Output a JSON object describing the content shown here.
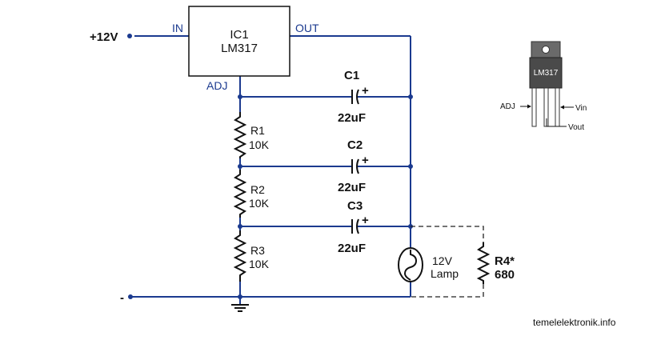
{
  "supply": {
    "label": "+12V",
    "ground_label": "-"
  },
  "ic": {
    "ref": "IC1",
    "part": "LM317",
    "pin_in": "IN",
    "pin_out": "OUT",
    "pin_adj": "ADJ"
  },
  "capacitors": [
    {
      "ref": "C1",
      "value": "22uF",
      "polarity": "+"
    },
    {
      "ref": "C2",
      "value": "22uF",
      "polarity": "+"
    },
    {
      "ref": "C3",
      "value": "22uF",
      "polarity": "+"
    }
  ],
  "resistors": [
    {
      "ref": "R1",
      "value": "10K"
    },
    {
      "ref": "R2",
      "value": "10K"
    },
    {
      "ref": "R3",
      "value": "10K"
    }
  ],
  "lamp": {
    "line1": "12V",
    "line2": "Lamp"
  },
  "r4": {
    "ref": "R4*",
    "value": "680"
  },
  "package": {
    "marking": "LM317",
    "pin_adj": "ADJ",
    "pin_vin": "Vin",
    "pin_vout": "Vout"
  },
  "watermark": "temelelektronik.info",
  "colors": {
    "wire": "#1b3a8f",
    "ink": "#111111",
    "package_body": "#4a4a4a"
  }
}
